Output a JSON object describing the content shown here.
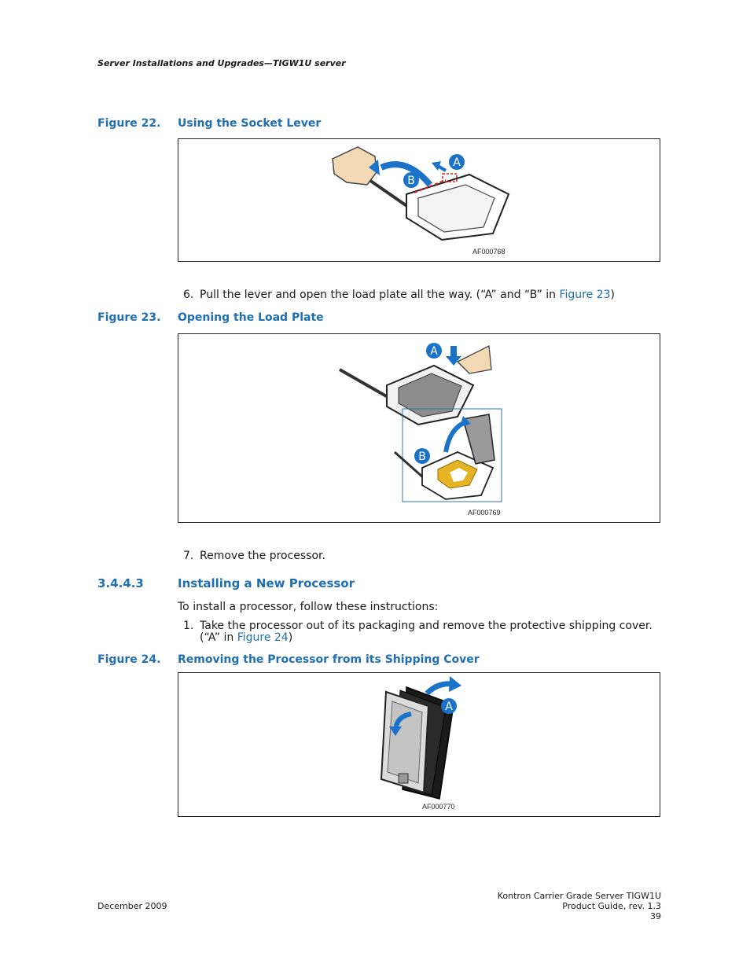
{
  "header": {
    "running_title": "Server Installations and Upgrades—TIGW1U server"
  },
  "figures": [
    {
      "number": "Figure 22.",
      "title": "Using the Socket Lever",
      "code": "AF000768",
      "labels": [
        "A",
        "B"
      ]
    },
    {
      "number": "Figure 23.",
      "title": "Opening the Load Plate",
      "code": "AF000769",
      "labels": [
        "A",
        "B"
      ]
    },
    {
      "number": "Figure 24.",
      "title": "Removing the Processor from its Shipping Cover",
      "code": "AF000770",
      "labels": [
        "A"
      ]
    }
  ],
  "steps": {
    "step6": {
      "num": "6.",
      "text_before": "Pull the lever and open the load plate all the way. (“A” and “B” in ",
      "link": "Figure 23",
      "text_after": ")"
    },
    "step7": {
      "num": "7.",
      "text": "Remove the processor."
    }
  },
  "section": {
    "number": "3.4.4.3",
    "title": "Installing a New Processor",
    "intro": "To install a processor, follow these instructions:",
    "step1": {
      "num": "1.",
      "line1": "Take the processor out of its packaging and remove the protective shipping cover.",
      "line2_before": "(“A” in ",
      "link": "Figure 24",
      "line2_after": ")"
    }
  },
  "footer": {
    "date": "December 2009",
    "product": "Kontron Carrier Grade Server TIGW1U",
    "guide": "Product Guide, rev. 1.3",
    "page": "39"
  },
  "colors": {
    "accent": "#1f6fb2",
    "callout": "#1a72c9",
    "socket_gold": "#e6b422"
  }
}
